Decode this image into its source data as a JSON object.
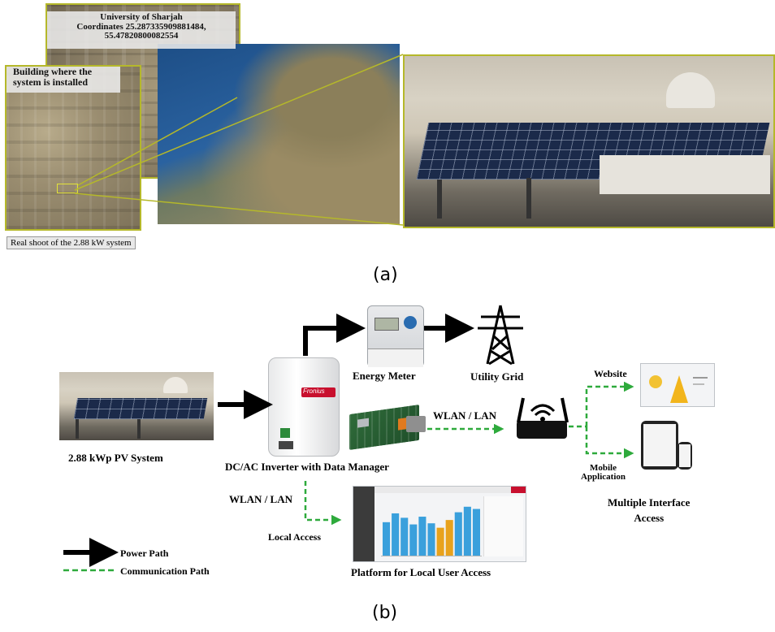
{
  "panel_a": {
    "coordinates_callout": {
      "line1": "University of Sharjah",
      "line2": "Coordinates 25.287335909881484,",
      "line3": "55.47820800082554"
    },
    "building_callout": {
      "line1": "Building where the",
      "line2": "system is installed"
    },
    "photo_caption": "Real shoot of  the 2.88 kW system",
    "label": "(a)"
  },
  "panel_b": {
    "pv_system": "2.88 kWp PV System",
    "inverter": "DC/AC Inverter with Data Manager",
    "inverter_brand": "Fronius",
    "energy_meter": "Energy Meter",
    "utility_grid": "Utility Grid",
    "wlan_lan_router": "WLAN / LAN",
    "wlan_lan_local": "WLAN / LAN",
    "local_access": "Local Access",
    "website": "Website",
    "mobile_application": {
      "line1": "Mobile",
      "line2": "Application"
    },
    "multiple_interface": {
      "line1": "Multiple Interface",
      "line2": "Access"
    },
    "platform": "Platform for Local User Access",
    "legend": {
      "power_path": "Power Path",
      "communication_path": "Communication Path"
    },
    "label": "(b)",
    "colors": {
      "power_path": "#000000",
      "communication_path": "#2eaa3c",
      "bar_blue": "#3aa0dc",
      "bar_orange": "#e8a21c"
    },
    "platform_bars": [
      {
        "value": 0.62,
        "color": "blue"
      },
      {
        "value": 0.78,
        "color": "blue"
      },
      {
        "value": 0.7,
        "color": "blue"
      },
      {
        "value": 0.58,
        "color": "blue"
      },
      {
        "value": 0.72,
        "color": "blue"
      },
      {
        "value": 0.6,
        "color": "blue"
      },
      {
        "value": 0.52,
        "color": "orange"
      },
      {
        "value": 0.66,
        "color": "orange"
      },
      {
        "value": 0.8,
        "color": "blue"
      },
      {
        "value": 0.9,
        "color": "blue"
      },
      {
        "value": 0.86,
        "color": "blue"
      }
    ]
  }
}
